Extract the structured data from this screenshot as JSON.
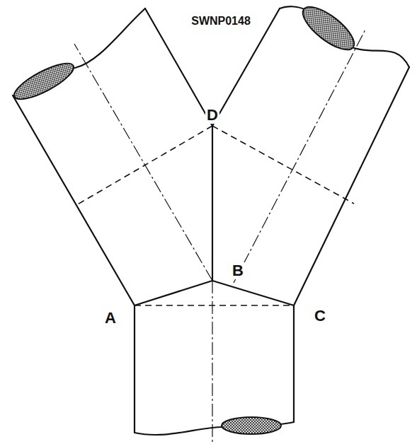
{
  "diagram": {
    "labels": [
      "SWNP0148",
      "D",
      "B",
      "A",
      "C"
    ]
  }
}
